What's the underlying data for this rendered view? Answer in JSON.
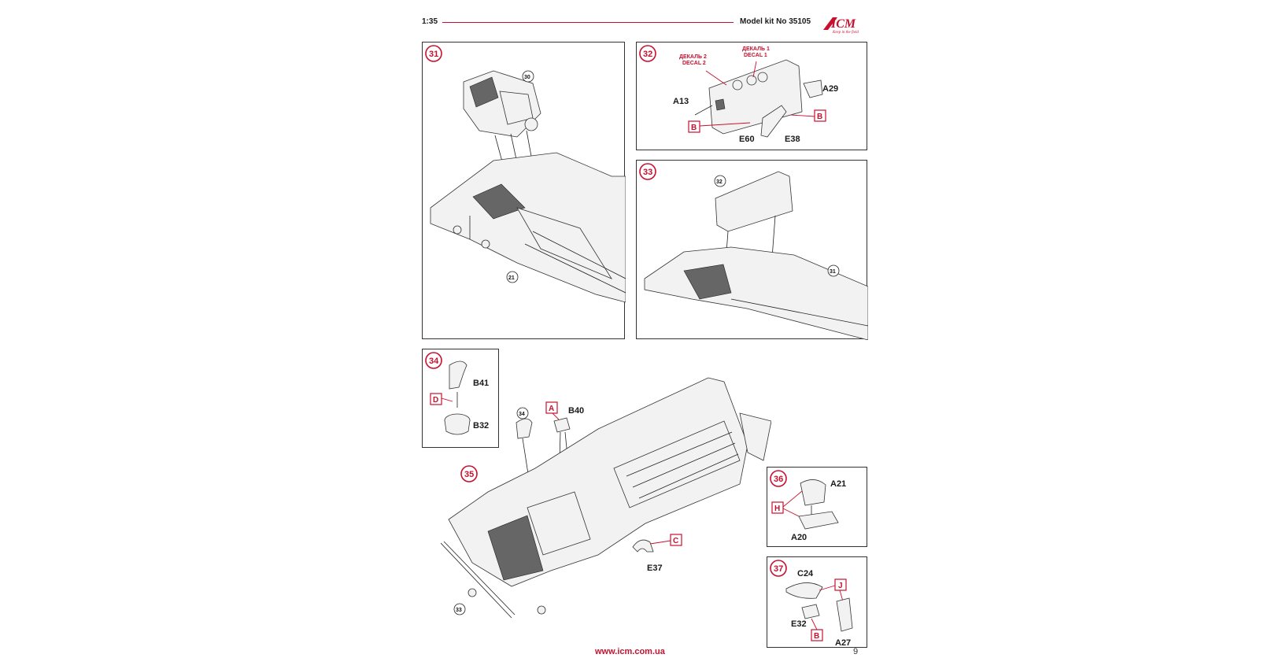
{
  "header": {
    "scale": "1:35",
    "kit": "Model kit No 35105",
    "logo_text": "ICM",
    "logo_tagline": "Keep in the field"
  },
  "colors": {
    "accent": "#c8102e",
    "line": "#222222"
  },
  "steps": {
    "s31": {
      "number": "31",
      "refs": [
        "30",
        "21"
      ]
    },
    "s32": {
      "number": "32",
      "decal2_ru": "ДЕКАЛЬ 2",
      "decal2_en": "DECAL 2",
      "decal1_ru": "ДЕКАЛЬ 1",
      "decal1_en": "DECAL 1",
      "parts": {
        "a13": "A13",
        "a29": "A29",
        "e60": "E60",
        "e38": "E38"
      },
      "callouts": {
        "b_left": "B",
        "b_right": "B"
      }
    },
    "s33": {
      "number": "33",
      "refs": [
        "32",
        "31"
      ]
    },
    "s34": {
      "number": "34",
      "parts": {
        "b41": "B41",
        "b32": "B32"
      },
      "callout": "D"
    },
    "s35": {
      "number": "35",
      "refs": [
        "34",
        "33"
      ],
      "parts": {
        "b40": "B40",
        "e37": "E37"
      },
      "callouts": {
        "a": "A",
        "c": "C"
      }
    },
    "s36": {
      "number": "36",
      "parts": {
        "a21": "A21",
        "a20": "A20"
      },
      "callout": "H"
    },
    "s37": {
      "number": "37",
      "parts": {
        "c24": "C24",
        "e32": "E32",
        "a27": "A27"
      },
      "callouts": {
        "j": "J",
        "b": "B"
      }
    }
  },
  "footer": {
    "url": "www.icm.com.ua",
    "page": "9"
  }
}
